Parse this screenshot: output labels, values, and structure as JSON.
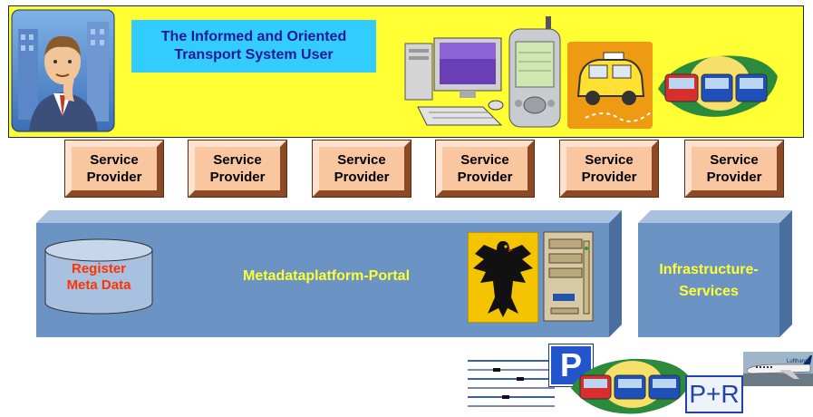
{
  "banner": {
    "title_line1": "The Informed and Oriented",
    "title_line2": "Transport System User"
  },
  "service_providers": [
    {
      "line1": "Service",
      "line2": "Provider"
    },
    {
      "line1": "Service",
      "line2": "Provider"
    },
    {
      "line1": "Service",
      "line2": "Provider"
    },
    {
      "line1": "Service",
      "line2": "Provider"
    },
    {
      "line1": "Service",
      "line2": "Provider"
    },
    {
      "line1": "Service",
      "line2": "Provider"
    }
  ],
  "platform": {
    "database_line1": "Register",
    "database_line2": "Meta Data",
    "portal_label": "Metadataplatform-Portal"
  },
  "infrastructure": {
    "line1": "Infrastructure-",
    "line2": "Services"
  },
  "footer_icons": {
    "parking_sign": "P",
    "park_ride_sign": "P+R",
    "airline_name": "Lufthansa"
  },
  "icons": [
    "businessman-icon",
    "desktop-computer-icon",
    "pda-icon",
    "taxi-icon",
    "train-icon",
    "german-eagle-icon",
    "server-icon",
    "timetable-icon",
    "airplane-icon"
  ]
}
